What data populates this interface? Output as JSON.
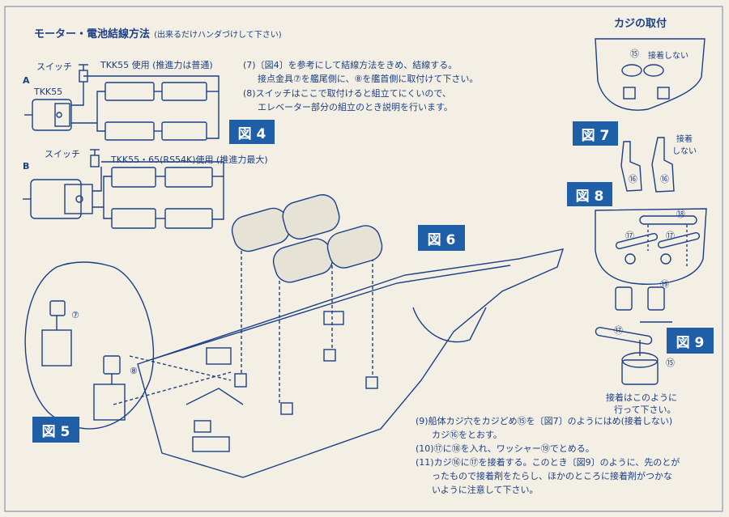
{
  "section_title": {
    "main": "モーター・電池結線方法",
    "note": "(出来るだけハンダづけして下さい)"
  },
  "wiring": {
    "a_letter": "A",
    "a_switch": "スイッチ",
    "a_motor_label": "TKK55",
    "a_usage": "TKK55 使用 (推進力は普通)",
    "b_letter": "B",
    "b_switch": "スイッチ",
    "b_usage": "TKK55・65(RS54K)使用 (推進力最大)"
  },
  "instructions_top": [
    "(7)〔図4〕を参考にして結線方法をきめ、結線する。",
    "接点金具⑦を艦尾側に、⑧を艦首側に取付けて下さい。",
    "(8)スイッチはここで取付けると組立てにくいので、",
    "エレベーター部分の組立のとき説明を行います。"
  ],
  "figure_labels": {
    "fig4": "図 4",
    "fig5": "図 5",
    "fig6": "図 6",
    "fig7": "図 7",
    "fig8": "図 8",
    "fig9": "図 9"
  },
  "rudder": {
    "title": "カジの取付",
    "no_glue": "接着しない",
    "fig8_no_glue_1": "接着",
    "fig8_no_glue_2": "しない",
    "glue_note_1": "接着はこのように",
    "glue_note_2": "行って下さい。"
  },
  "part_numbers": {
    "p7": "⑦",
    "p8": "⑧",
    "p15": "⑮",
    "p16": "⑯",
    "p17": "⑰",
    "p18": "⑱",
    "p19": "⑲"
  },
  "instructions_bottom": [
    "(9)船体カジ穴をカジどめ⑮を〔図7〕のようにはめ(接着しない)",
    "カジ⑯をとおす。",
    "(10)⑰に⑱を入れ、ワッシャー⑲でとめる。",
    "(11)カジ⑯に⑰を接着する。このとき〔図9〕のように、先のとが",
    "ったもので接着剤をたらし、ほかのところに接着剤がつかな",
    "いように注意して下さい。"
  ],
  "colors": {
    "ink": "#1b3f86",
    "label_bg": "#1f5fa8",
    "paper": "#f3efe4"
  }
}
